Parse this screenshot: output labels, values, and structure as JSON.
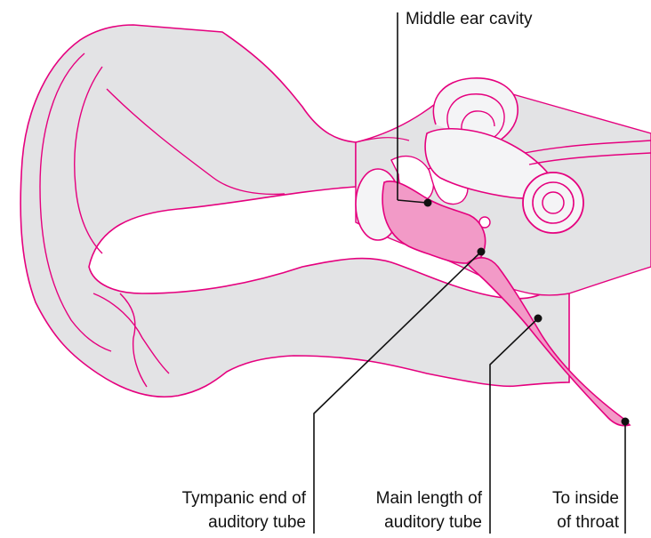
{
  "labels": {
    "middle_ear_cavity": "Middle ear cavity",
    "tympanic_end_line1": "Tympanic end of",
    "tympanic_end_line2": "auditory tube",
    "main_length_line1": "Main length of",
    "main_length_line2": "auditory tube",
    "throat_line1": "To inside",
    "throat_line2": "of throat"
  },
  "colors": {
    "outline": "#e5007e",
    "tissue_fill": "#e3e3e5",
    "tube_fill": "#f29ac7",
    "leader_line": "#111111"
  }
}
